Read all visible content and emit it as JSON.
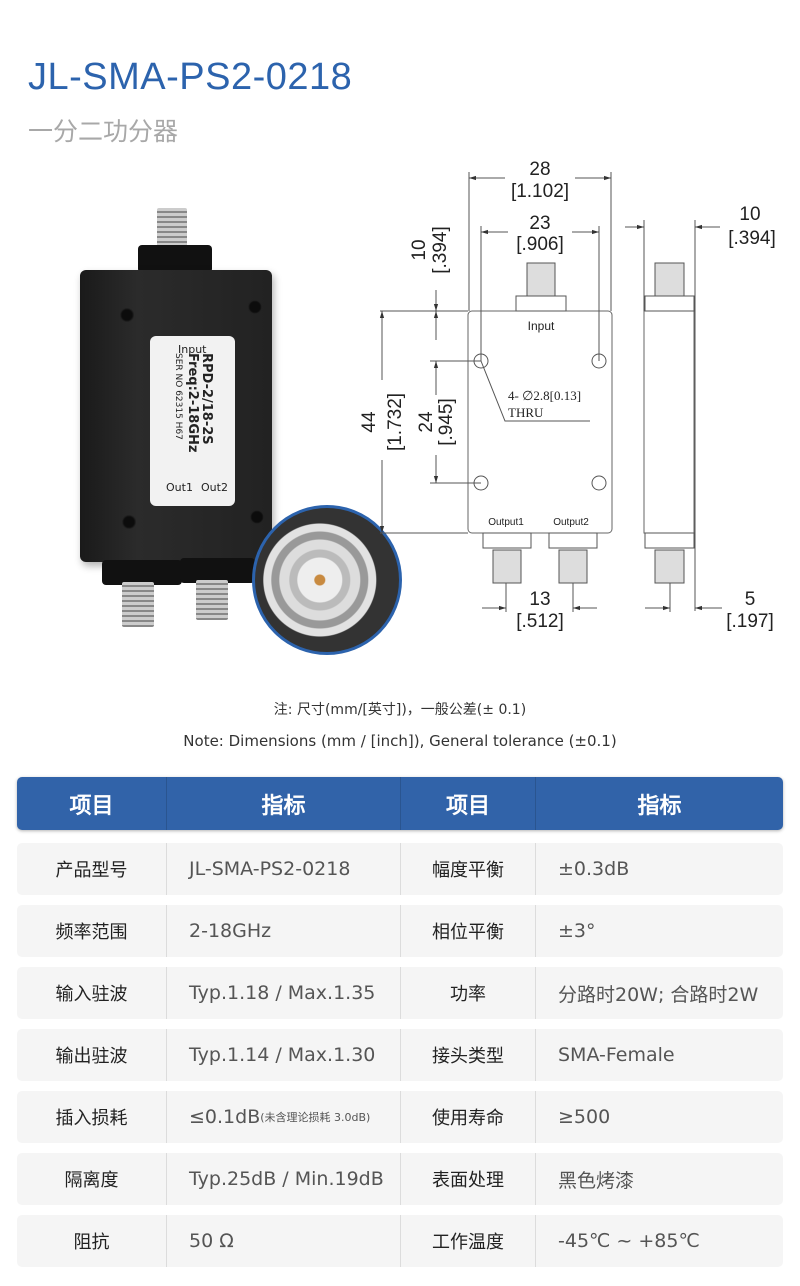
{
  "header": {
    "title": "JL-SMA-PS2-0218",
    "subtitle": "一分二功分器"
  },
  "photo": {
    "label_input": "Input",
    "label_model": "RPD-2/18-2S",
    "label_freq": "Freq:2-18GHz",
    "label_ser": "SER NO 62315 H67",
    "label_out1": "Out1",
    "label_out2": "Out2"
  },
  "drawing": {
    "width_mm": "28",
    "width_in": "[1.102]",
    "hole_spacing_mm": "23",
    "hole_spacing_in": "[.906]",
    "top_offset_mm": "10",
    "top_offset_in": "[.394]",
    "height_mm": "44",
    "height_in": "[1.732]",
    "hole_vspacing_mm": "24",
    "hole_vspacing_in": "[.945]",
    "hole_note_1": "4- ∅2.8[0.13]",
    "hole_note_2": "THRU",
    "port_input": "Input",
    "port_output1": "Output1",
    "port_output2": "Output2",
    "output_spacing_mm": "13",
    "output_spacing_in": "[.512]",
    "depth_mm": "10",
    "depth_in": "[.394]",
    "conn_offset_mm": "5",
    "conn_offset_in": "[.197]"
  },
  "notes": {
    "cn": "注: 尺寸(mm/[英寸])，一般公差(± 0.1)",
    "en": "Note: Dimensions (mm / [inch]), General tolerance (±0.1)"
  },
  "table": {
    "headers": [
      "项目",
      "指标",
      "项目",
      "指标"
    ],
    "rows": [
      {
        "k1": "产品型号",
        "v1": "JL-SMA-PS2-0218",
        "k2": "幅度平衡",
        "v2": "±0.3dB"
      },
      {
        "k1": "频率范围",
        "v1": "2-18GHz",
        "k2": "相位平衡",
        "v2": "±3°"
      },
      {
        "k1": "输入驻波",
        "v1": "Typ.1.18 / Max.1.35",
        "k2": "功率",
        "v2": "分路时20W; 合路时2W"
      },
      {
        "k1": "输出驻波",
        "v1": "Typ.1.14 / Max.1.30",
        "k2": "接头类型",
        "v2": "SMA-Female"
      },
      {
        "k1": "插入损耗",
        "v1": "≤0.1dB",
        "v1_note": "(未含理论损耗 3.0dB)",
        "k2": "使用寿命",
        "v2": "≥500"
      },
      {
        "k1": "隔离度",
        "v1": "Typ.25dB / Min.19dB",
        "k2": "表面处理",
        "v2": "黑色烤漆"
      },
      {
        "k1": "阻抗",
        "v1": "50 Ω",
        "k2": "工作温度",
        "v2": "-45℃ ~ +85℃"
      }
    ]
  },
  "colors": {
    "brand": "#2c63ad",
    "header_bg": "#3163a9",
    "row_bg": "#f5f5f5"
  }
}
